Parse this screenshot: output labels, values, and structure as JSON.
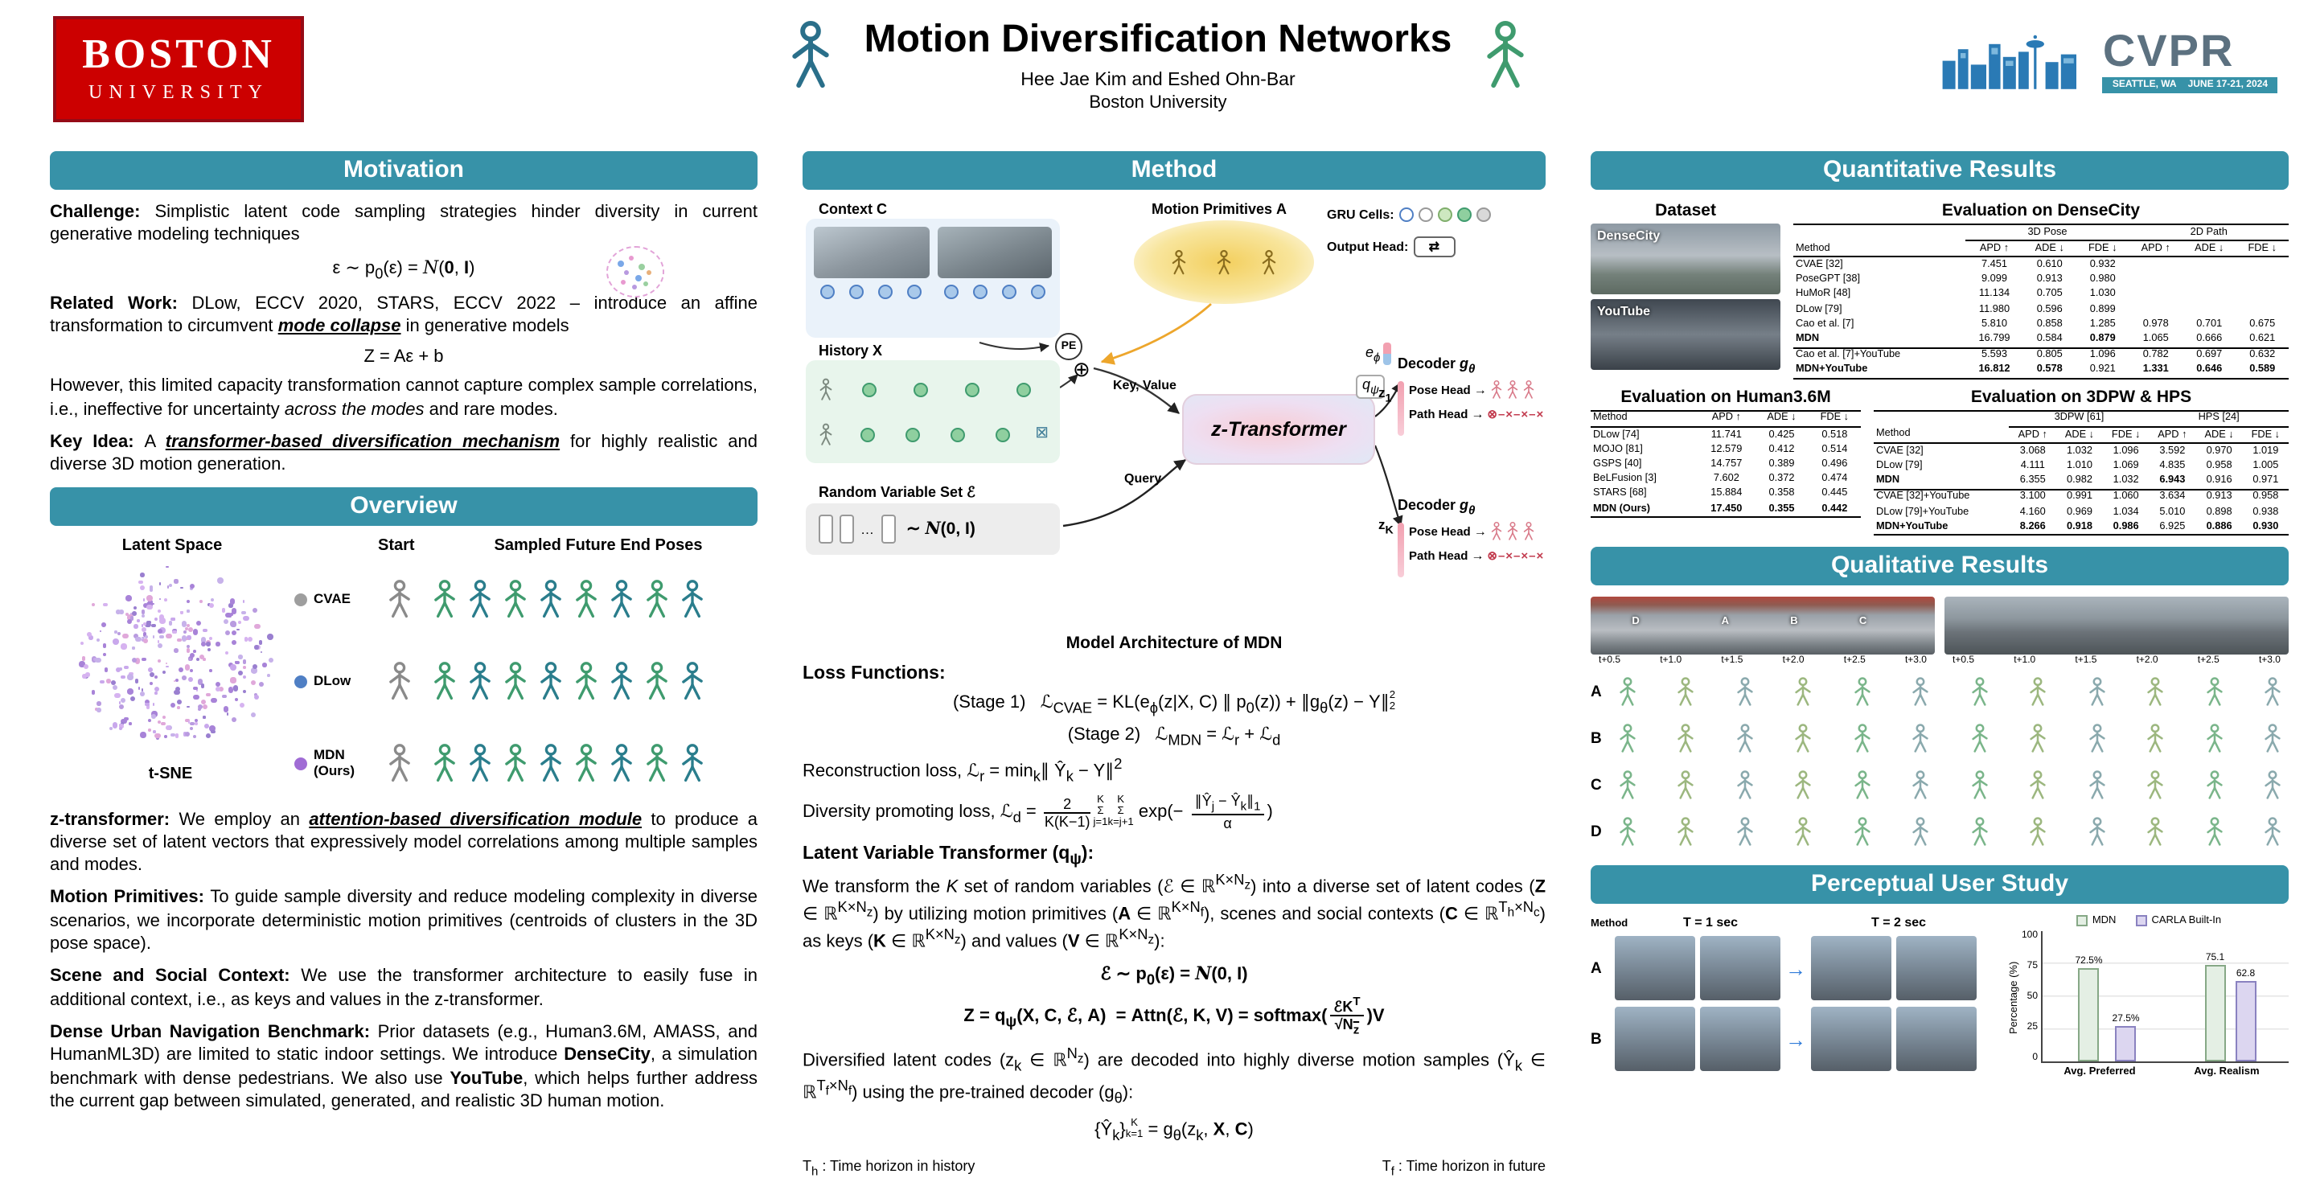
{
  "colors": {
    "accent_teal": "#3792a8",
    "bu_red": "#cc0000",
    "cvpr_blue": "#2a7ab5",
    "cvae_dot": "#9e9e9e",
    "dlow_dot": "#4f7fc4",
    "mdn_dot": "#a06cd5",
    "mdn_bar_fill": "#e4efe4",
    "carla_bar_fill": "#dcd6f0"
  },
  "icons": {
    "sum": "⊕",
    "arrow_right": "→",
    "study_arrow": "→",
    "boxed_x": "⊠",
    "ellipsis": "…",
    "path_sequence": "⊗–×–×–×",
    "output_head": "⇄"
  },
  "header": {
    "logo": {
      "line1": "BOSTON",
      "line2": "UNIVERSITY"
    },
    "title": "Motion Diversification Networks",
    "authors": "Hee Jae Kim and Eshed Ohn-Bar",
    "affiliation": "Boston University",
    "cvpr": {
      "name": "CVPR",
      "location": "SEATTLE, WA",
      "dates": "JUNE 17-21, 2024"
    }
  },
  "motivation": {
    "title": "Motivation",
    "challenge": [
      {
        "t": "Challenge: ",
        "c": "b"
      },
      {
        "t": "Simplistic latent code sampling strategies hinder diversity in current generative modeling techniques",
        "c": ""
      }
    ],
    "eq_prior_html": "ε ∼ p<sub>0</sub>(ε) = <span class=scr>N</span>(<b>0</b>, <b>I</b>)",
    "related": [
      {
        "t": "Related Work: ",
        "c": "b"
      },
      {
        "t": "DLow, ECCV 2020, STARS, ECCV 2022 – introduce an affine transformation to circumvent ",
        "c": ""
      },
      {
        "t": "mode collapse",
        "c": "biu"
      },
      {
        "t": " in generative models",
        "c": ""
      }
    ],
    "eq_affine": "Z = Aε + b",
    "however": [
      {
        "t": "However, this limited capacity transformation cannot capture complex sample correlations, i.e., ineffective for uncertainty ",
        "c": ""
      },
      {
        "t": "across the modes",
        "c": "i"
      },
      {
        "t": " and rare modes.",
        "c": ""
      }
    ],
    "key_idea": [
      {
        "t": "Key Idea: ",
        "c": "b"
      },
      {
        "t": "A ",
        "c": ""
      },
      {
        "t": "transformer-based diversification mechanism",
        "c": "biu"
      },
      {
        "t": " for highly realistic and diverse 3D motion generation.",
        "c": ""
      }
    ]
  },
  "overview": {
    "title": "Overview",
    "latent_space_label": "Latent Space",
    "start_label": "Start",
    "sampled_label": "Sampled Future End Poses",
    "tsne_caption": "t-SNE",
    "legend": [
      {
        "label": "CVAE",
        "color": "#9e9e9e"
      },
      {
        "label": "DLow",
        "color": "#4f7fc4"
      },
      {
        "label": "MDN (Ours)",
        "color": "#a06cd5"
      }
    ],
    "paragraphs": {
      "ztransformer": [
        {
          "t": "z-transformer: ",
          "c": "b"
        },
        {
          "t": "We employ an ",
          "c": ""
        },
        {
          "t": "attention-based diversification module",
          "c": "biu"
        },
        {
          "t": " to produce a diverse set of latent vectors that expressively model correlations among multiple samples and modes.",
          "c": ""
        }
      ],
      "primitives": [
        {
          "t": "Motion Primitives: ",
          "c": "b"
        },
        {
          "t": "To guide sample diversity and reduce modeling complexity in diverse scenarios, we incorporate deterministic motion primitives (centroids of clusters in the 3D pose space).",
          "c": ""
        }
      ],
      "context": [
        {
          "t": "Scene and Social Context: ",
          "c": "b"
        },
        {
          "t": "We use the transformer architecture to easily fuse in additional context, i.e., as keys and values in the z-transformer.",
          "c": ""
        }
      ],
      "benchmark": [
        {
          "t": "Dense Urban Navigation Benchmark: ",
          "c": "b"
        },
        {
          "t": "Prior datasets (e.g., Human3.6M, AMASS, and HumanML3D) are limited to static indoor sett­ings. We introduce ",
          "c": ""
        },
        {
          "t": "DenseCity",
          "c": "b"
        },
        {
          "t": ", a simulation benchmark with dense pedestrians. We also use ",
          "c": ""
        },
        {
          "t": "YouTube",
          "c": "b"
        },
        {
          "t": ", which helps further address the current gap between simulated, generated, and realistic 3D human motion.",
          "c": ""
        }
      ]
    }
  },
  "method": {
    "title": "Method",
    "diagram": {
      "context_label_html": "Context <b>C</b>",
      "primitives_label_html": "Motion Primitives <b>A</b>",
      "gru_label": "GRU Cells:",
      "output_head_label": "Output Head:",
      "history_label_html": "History <b>X</b>",
      "pe_label": "PE",
      "e_phi_html": "<i>e<sub>ϕ</sub></i>",
      "key_value_label": "Key, Value",
      "ztransformer_label": "z-Transformer",
      "q_psi_html": "<i>q<sub>ψ</sub></i>",
      "query_label": "Query",
      "random_set_label_html": "Random Variable Set ℰ",
      "noise_html": "∼ <span class=scr>N</span>(<b>0</b>, <b>I</b>)",
      "decoder_label_html": "Decoder <i>g<sub>θ</sub></i>",
      "pose_head_label": "Pose Head",
      "path_head_label": "Path Head",
      "z1_html": "z<sub>1</sub>",
      "zk_html": "z<sub>K</sub>",
      "caption": "Model Architecture of MDN"
    },
    "loss_heading": "Loss Functions:",
    "stage1_html": "(Stage 1)&nbsp;&nbsp; ℒ<sub>CVAE</sub> = KL(e<sub>ϕ</sub>(z|X, C) ∥ p<sub>0</sub>(z)) + ∥g<sub>θ</sub>(z) − Y∥<span class=ss><span>2</span><span>2</span></span>",
    "stage2_html": "(Stage 2)&nbsp;&nbsp; ℒ<sub>MDN</sub> = ℒ<sub>r</sub> + ℒ<sub>d</sub>",
    "recon_html": "Reconstruction loss, ℒ<sub>r</sub> = min<sub>k</sub>∥ Ŷ<sub>k</sub> − Y∥<sup>2</sup>",
    "diversity_html": "Diversity promoting loss, ℒ<sub>d</sub> = <span class=frac><span>2</span><span>K(K−1)</span></span><span class=ss><span>K</span><span>Σ</span><span>j=1</span></span><span class=ss><span>K</span><span>Σ</span><span>k=j+1</span></span> exp(− <span class=frac><span>∥Ŷ<sub>j</sub> − Ŷ<sub>k</sub>∥<sub>1</sub></span><span>α</span></span>)",
    "lvt_heading_html": "Latent Variable Transformer (q<sub>ψ</sub>):",
    "lvt_text_html": "We transform the <i>K</i> set of random variables (ℰ ∈ ℝ<sup>K×N<sub>z</sub></sup>) into a diverse set of latent codes (<b>Z</b> ∈ ℝ<sup>K×N<sub>z</sub></sup>) by utilizing motion primitives (<b>A</b> ∈ ℝ<sup>K×N<sub>f</sub></sup>), scenes and social contexts (<b>C</b> ∈ ℝ<sup>T<sub>h</sub>×N<sub>c</sub></sup>) as keys (<b>K</b> ∈ ℝ<sup>K×N<sub>z</sub></sup>) and values (<b>V</b> ∈ ℝ<sup>K×N<sub>z</sub></sup>):",
    "eq_noise_html": "ℰ ∼ p<sub>0</sub>(ε) = <span class=scr>N</span>(<b>0</b>, <b>I</b>)",
    "eq_attn_html": "<b>Z</b> = q<sub>ψ</sub>(<b>X</b>, <b>C</b>, ℰ, <b>A</b>) &nbsp;= Attn(ℰ, <b>K</b>, <b>V</b>) = softmax(<span class=frac><span>ℰ<b>K</b><sup>T</sup></span><span>√<span class=ov>N<sub>z</sub></span></span></span>)<b>V</b>",
    "decode_text_html": "Diversified latent codes (z<sub>k</sub> ∈ ℝ<sup>N<sub>z</sub></sup>) are decoded into highly diverse motion samples (Ŷ<sub>k</sub> ∈ ℝ<sup>T<sub>f</sub>×N<sub>f</sub></sup>) using the pre-trained decoder (g<sub>θ</sub>):",
    "eq_decode_html": "{Ŷ<sub>k</sub>}<span class=ss><span>K</span><span>k=1</span></span> = g<sub>θ</sub>(z<sub>k</sub>, <b>X</b>, <b>C</b>)",
    "footnote_left_html": "T<sub>h</sub> : Time horizon in history",
    "footnote_right_html": "T<sub>f</sub> : Time horizon in future"
  },
  "quantitative": {
    "title": "Quantitative Results",
    "dataset_label": "Dataset",
    "dataset_images": [
      {
        "label": "DenseCity"
      },
      {
        "label": "YouTube"
      }
    ],
    "densecity": {
      "title": "Evaluation on DenseCity",
      "group_headers": [
        "3D Pose",
        "2D Path"
      ],
      "col_headers": [
        "Method",
        "APD ↑",
        "ADE ↓",
        "FDE ↓",
        "APD ↑",
        "ADE ↓",
        "FDE ↓"
      ],
      "rows": [
        [
          "CVAE [32]",
          "7.451",
          "0.610",
          "0.932",
          "",
          "",
          ""
        ],
        [
          "PoseGPT [38]",
          "9.099",
          "0.913",
          "0.980",
          "",
          "",
          ""
        ],
        [
          "HuMoR [48]",
          "11.134",
          "0.705",
          "1.030",
          "",
          "",
          ""
        ],
        [
          "DLow [79]",
          "11.980",
          "0.596",
          "0.899",
          "",
          "",
          ""
        ],
        [
          "Cao et al. [7]",
          "5.810",
          "0.858",
          "1.285",
          "0.978",
          "0.701",
          "0.675"
        ],
        [
          "MDN",
          "16.799",
          "0.584",
          "0.879",
          "1.065",
          "0.666",
          "0.621"
        ],
        [
          "Cao et al. [7]+YouTube",
          "5.593",
          "0.805",
          "1.096",
          "0.782",
          "0.697",
          "0.632"
        ],
        [
          "MDN+YouTube",
          "16.812",
          "0.578",
          "0.921",
          "1.331",
          "0.646",
          "0.589"
        ]
      ],
      "bold": [
        [
          5,
          0
        ],
        [
          5,
          3
        ],
        [
          7,
          0
        ],
        [
          7,
          1
        ],
        [
          7,
          2
        ],
        [
          7,
          4
        ],
        [
          7,
          5
        ],
        [
          7,
          6
        ]
      ],
      "sep": [
        5
      ]
    },
    "human36m": {
      "title": "Evaluation on Human3.6M",
      "col_headers": [
        "Method",
        "APD ↑",
        "ADE ↓",
        "FDE ↓"
      ],
      "rows": [
        [
          "DLow [74]",
          "11.741",
          "0.425",
          "0.518"
        ],
        [
          "MOJO [81]",
          "12.579",
          "0.412",
          "0.514"
        ],
        [
          "GSPS [40]",
          "14.757",
          "0.389",
          "0.496"
        ],
        [
          "BeLFusion [3]",
          "7.602",
          "0.372",
          "0.474"
        ],
        [
          "STARS [68]",
          "15.884",
          "0.358",
          "0.445"
        ],
        [
          "MDN (Ours)",
          "17.450",
          "0.355",
          "0.442"
        ]
      ],
      "bold": [
        [
          5,
          0
        ],
        [
          5,
          1
        ],
        [
          5,
          2
        ],
        [
          5,
          3
        ]
      ],
      "sep": []
    },
    "dpw_hps": {
      "title": "Evaluation on 3DPW & HPS",
      "group_headers": [
        "3DPW [61]",
        "HPS [24]"
      ],
      "col_headers": [
        "Method",
        "APD ↑",
        "ADE ↓",
        "FDE ↓",
        "APD ↑",
        "ADE ↓",
        "FDE ↓"
      ],
      "rows": [
        [
          "CVAE [32]",
          "3.068",
          "1.032",
          "1.096",
          "3.592",
          "0.970",
          "1.019"
        ],
        [
          "DLow [79]",
          "4.111",
          "1.010",
          "1.069",
          "4.835",
          "0.958",
          "1.005"
        ],
        [
          "MDN",
          "6.355",
          "0.982",
          "1.032",
          "6.943",
          "0.916",
          "0.971"
        ],
        [
          "CVAE [32]+YouTube",
          "3.100",
          "0.991",
          "1.060",
          "3.634",
          "0.913",
          "0.958"
        ],
        [
          "DLow [79]+YouTube",
          "4.160",
          "0.969",
          "1.034",
          "5.010",
          "0.898",
          "0.938"
        ],
        [
          "MDN+YouTube",
          "8.266",
          "0.918",
          "0.986",
          "6.925",
          "0.886",
          "0.930"
        ]
      ],
      "bold": [
        [
          2,
          0
        ],
        [
          2,
          4
        ],
        [
          5,
          0
        ],
        [
          5,
          1
        ],
        [
          5,
          2
        ],
        [
          5,
          3
        ],
        [
          5,
          5
        ],
        [
          5,
          6
        ]
      ],
      "sep": [
        2
      ]
    }
  },
  "qualitative": {
    "title": "Qualitative Results",
    "time_labels": [
      "t+0.5",
      "t+1.0",
      "t+1.5",
      "t+2.0",
      "t+2.5",
      "t+3.0"
    ],
    "row_labels": [
      "A",
      "B",
      "C",
      "D"
    ],
    "pano_markers": [
      "D",
      "A",
      "B",
      "C"
    ]
  },
  "user_study": {
    "title": "Perceptual User Study",
    "method_label": "Method",
    "col_labels": [
      "T = 1 sec",
      "T = 2 sec"
    ],
    "row_labels": [
      "A",
      "B"
    ],
    "chart_data": {
      "type": "bar",
      "categories": [
        "Avg. Preferred",
        "Avg. Realism"
      ],
      "series": [
        {
          "name": "MDN",
          "values": [
            72.5,
            75.1
          ],
          "labels": [
            "72.5%",
            "75.1"
          ],
          "fill": "#e4efe4"
        },
        {
          "name": "CARLA Built-In",
          "values": [
            27.5,
            62.8
          ],
          "labels": [
            "27.5%",
            "62.8"
          ],
          "fill": "#dcd6f0"
        }
      ],
      "ylabel": "Percentage (%)",
      "ylim": [
        0,
        100
      ],
      "yticks": [
        "100",
        "75",
        "50",
        "25",
        "0"
      ],
      "legend_position": "top",
      "grid": true
    }
  }
}
